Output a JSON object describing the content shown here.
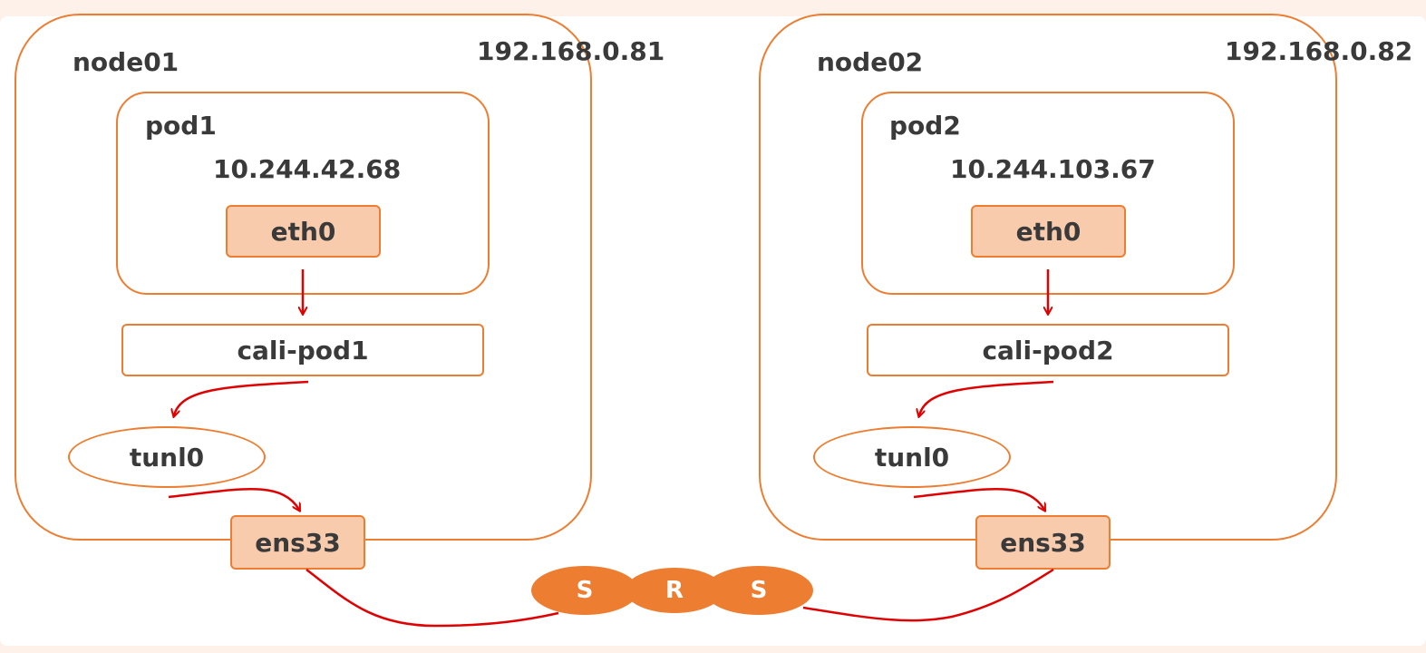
{
  "colors": {
    "accent": "#ed7d31",
    "fill": "#f8cbad",
    "arrow": "#e00000",
    "text": "#3a3a3a"
  },
  "node1": {
    "name": "node01",
    "ip": "192.168.0.81",
    "pod": {
      "name": "pod1",
      "ip": "10.244.42.68",
      "iface": "eth0"
    },
    "veth": "cali-pod1",
    "tunnel": "tunl0",
    "nic": "ens33"
  },
  "node2": {
    "name": "node02",
    "ip": "192.168.0.82",
    "pod": {
      "name": "pod2",
      "ip": "10.244.103.67",
      "iface": "eth0"
    },
    "veth": "cali-pod2",
    "tunnel": "tunl0",
    "nic": "ens33"
  },
  "network": {
    "left_switch": "S",
    "router": "R",
    "right_switch": "S"
  }
}
